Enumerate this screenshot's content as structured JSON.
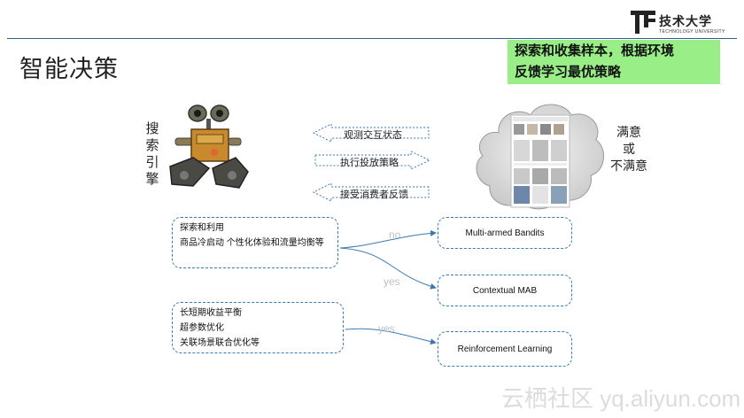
{
  "header": {
    "logo_name": "技术大学",
    "logo_sub": "TECHNOLOGY UNIVERSITY",
    "title": "智能决策"
  },
  "note": {
    "line1": "探索和收集样本，根据环境",
    "line2": "反馈学习最优策略"
  },
  "robot_label": [
    "搜",
    "索",
    "引",
    "擎"
  ],
  "arrows": {
    "observe": "观测交互状态",
    "execute": "执行投放策略",
    "feedback": "接受消费者反馈"
  },
  "cloud_side": [
    "满意",
    "或",
    "不满意"
  ],
  "left_boxes": {
    "top": [
      "探索和利用",
      "商品冷启动   个性化体验和流量均衡等"
    ],
    "bottom": [
      "长短期收益平衡",
      "超参数优化",
      "关联场景联合优化等"
    ]
  },
  "right_boxes": {
    "mab": "Multi-armed Bandits",
    "cmab": "Contextual MAB",
    "rl": "Reinforcement Learning"
  },
  "branches": {
    "no": "no",
    "yes1": "yes",
    "yes2": "yes"
  },
  "watermark": "云栖社区 yq.aliyun.com",
  "colors": {
    "rule": "#2f5f86",
    "note_bg": "#99ee88",
    "dash": "#3a7ab0"
  }
}
